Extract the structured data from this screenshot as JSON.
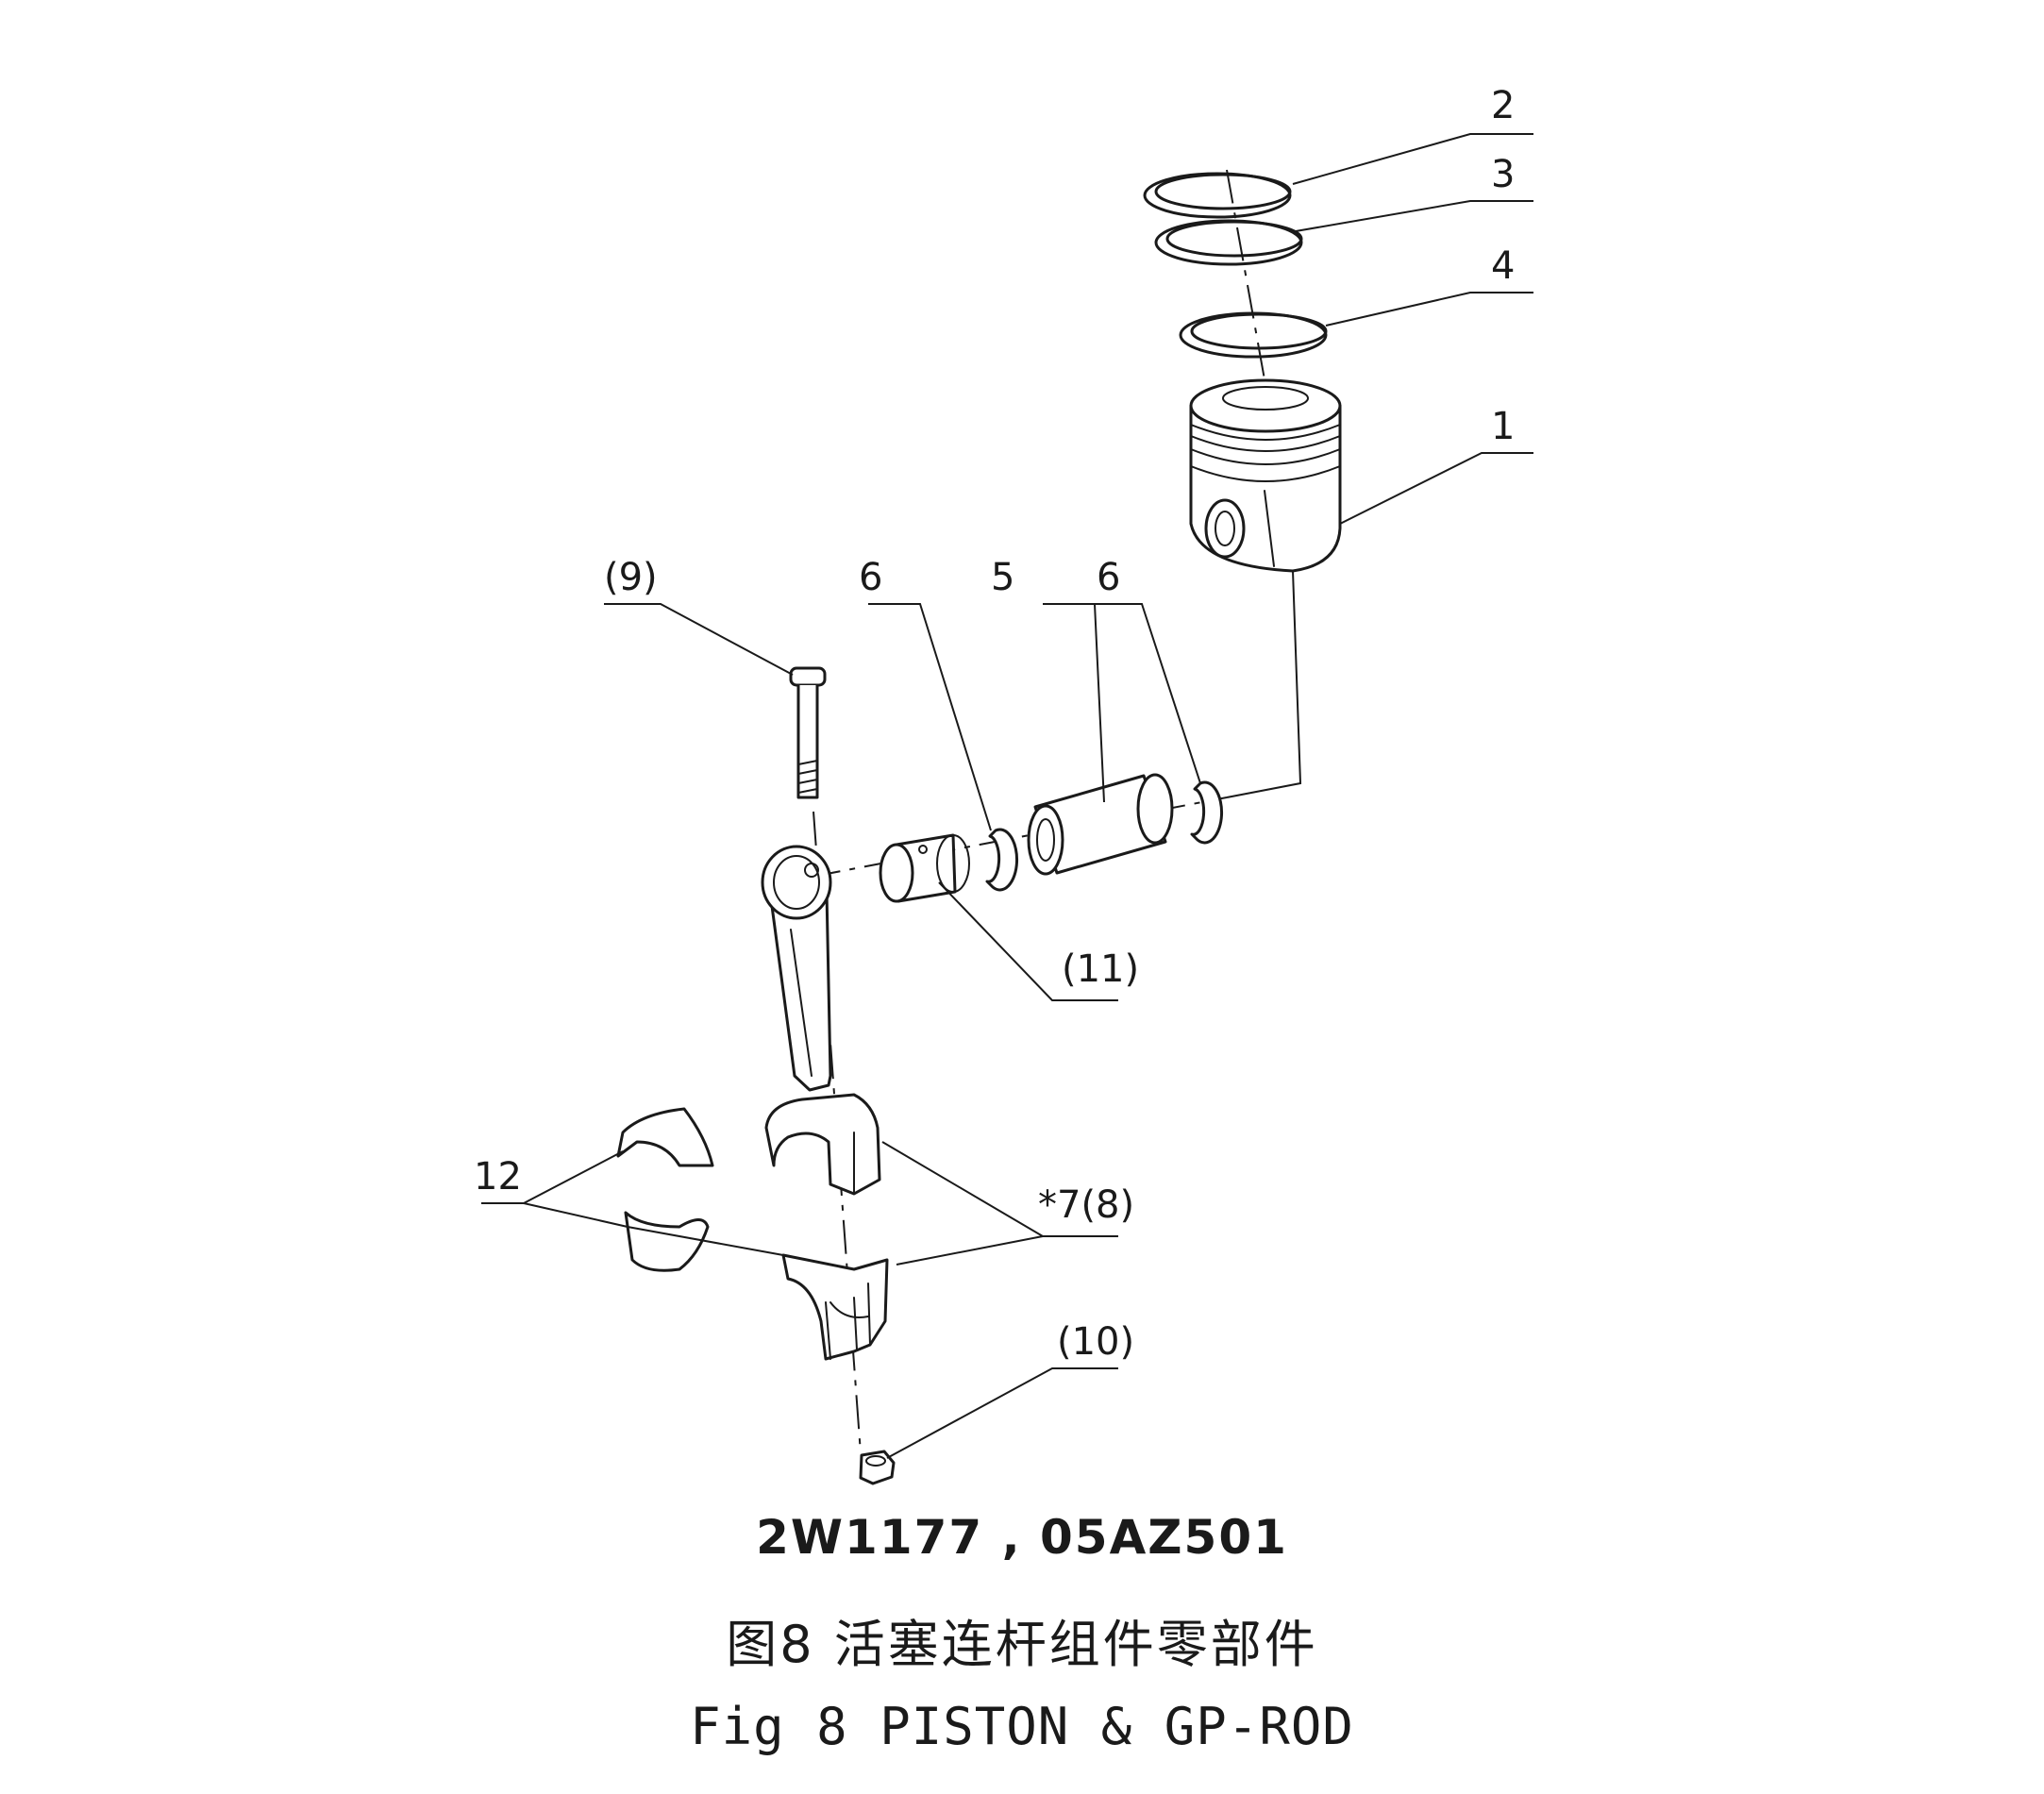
{
  "callouts": {
    "c1": "1",
    "c2": "2",
    "c3": "3",
    "c4": "4",
    "c5": "5",
    "c6_left": "6",
    "c6_right": "6",
    "c7": "*7(8)",
    "c9": "(9)",
    "c10": "(10)",
    "c11": "(11)",
    "c12": "12"
  },
  "caption": {
    "codes": "2W1177 , 05AZ501",
    "title_cn": "图8  活塞连杆组件零部件",
    "title_en": "Fig 8  PISTON & GP-ROD"
  }
}
